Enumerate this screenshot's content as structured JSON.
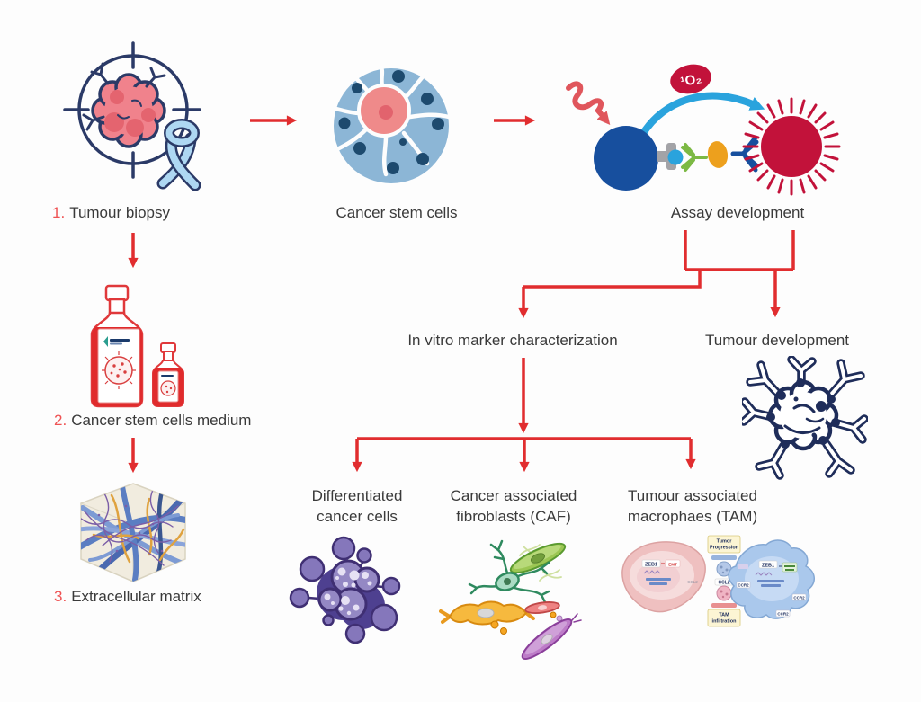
{
  "colors": {
    "background": "#fdfdfd",
    "arrow_red": "#e12d2f",
    "number_red": "#ef5354",
    "label_text": "#3a3a3a",
    "navy_outline": "#2b3a67",
    "cell_blue": "#8cb6d6",
    "nucleus_navy": "#1d4a6e",
    "tumor_pink": "#f0828c",
    "ribbon_blue": "#aed7f2",
    "donor_bead_blue": "#174f9e",
    "acceptor_bead_crimson": "#c2123a",
    "beam_blue": "#2aa3dd",
    "antibody_green": "#7cb944",
    "antigen_orange": "#eda01d",
    "bottle_red": "#e02b2c"
  },
  "labels": {
    "step1_number": "1.",
    "step1": "Tumour biopsy",
    "csc": "Cancer stem cells",
    "assay": "Assay development",
    "singlet_oxygen": "¹O₂",
    "step2_number": "2.",
    "step2": "Cancer stem cells medium",
    "step3_number": "3.",
    "step3": "Extracellular matrix",
    "invitro": "In vitro marker characterization",
    "tumour_dev": "Tumour development",
    "diff_line1": "Differentiated",
    "diff_line2": "cancer cells",
    "caf_line1": "Cancer associated",
    "caf_line2": "fibroblasts (CAF)",
    "tam_line1": "Tumour associated",
    "tam_line2": "macrophaes (TAM)"
  },
  "tam_figure": {
    "zeb1": "ZEB1",
    "emt": "EMT",
    "ccl2": "CCL2",
    "ccr2": "CCR2",
    "box_top_line1": "Tumor",
    "box_top_line2": "Progression",
    "box_bottom_line1": "TAM",
    "box_bottom_line2": "infiltration"
  },
  "icons": {
    "tumour_biopsy": "crosshair-target-tumor-ribbon-icon",
    "cancer_stem_cells": "cell-cluster-icon",
    "assay_development": "assay-beads-antibodies-icon",
    "medium": "reagent-bottles-icon",
    "extracellular_matrix": "fiber-matrix-cube-icon",
    "tumour_development": "tumor-vessels-line-icon",
    "differentiated_cells": "purple-cell-cluster-icon",
    "caf": "fibroblast-cells-icon",
    "tam": "macrophage-signaling-figure-icon"
  }
}
